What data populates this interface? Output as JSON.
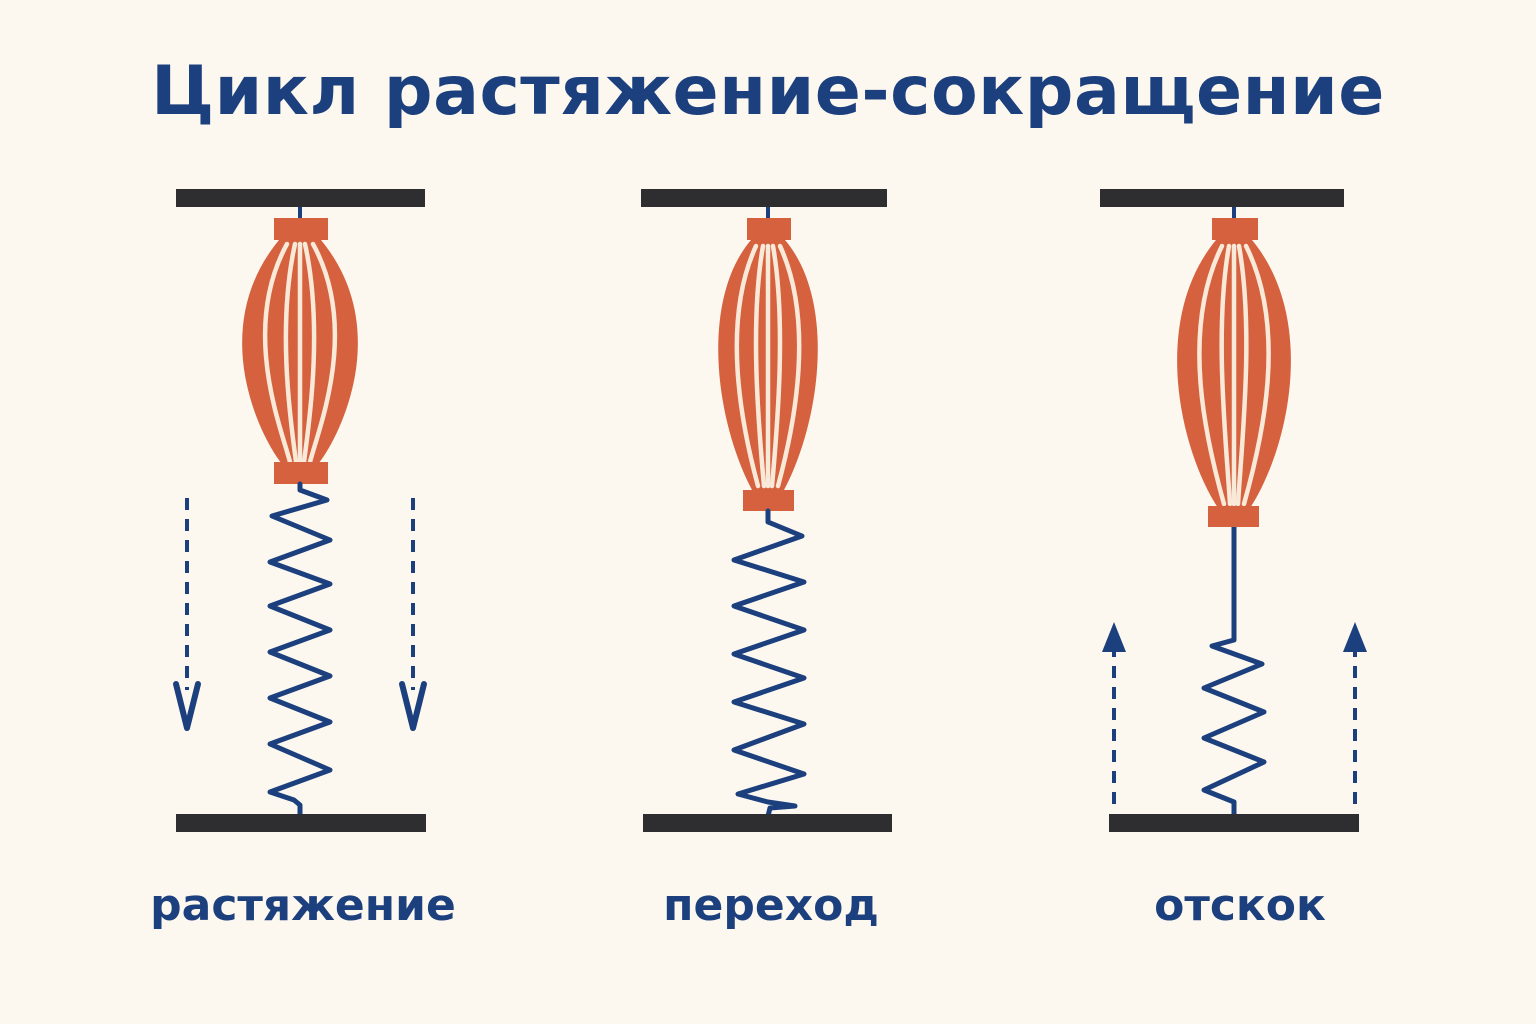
{
  "title": "Цикл растяжение-сокращение",
  "colors": {
    "background": "#fcf8ef",
    "plate": "#2e2e30",
    "muscle": "#d5613e",
    "muscle_fiber_gap": "#f8e9d8",
    "spring": "#1c3f7e",
    "label": "#1c3f7e"
  },
  "stages": [
    {
      "label": "растяжение",
      "arrows": "down"
    },
    {
      "label": "переход",
      "arrows": "none"
    },
    {
      "label": "отскок",
      "arrows": "up"
    }
  ]
}
